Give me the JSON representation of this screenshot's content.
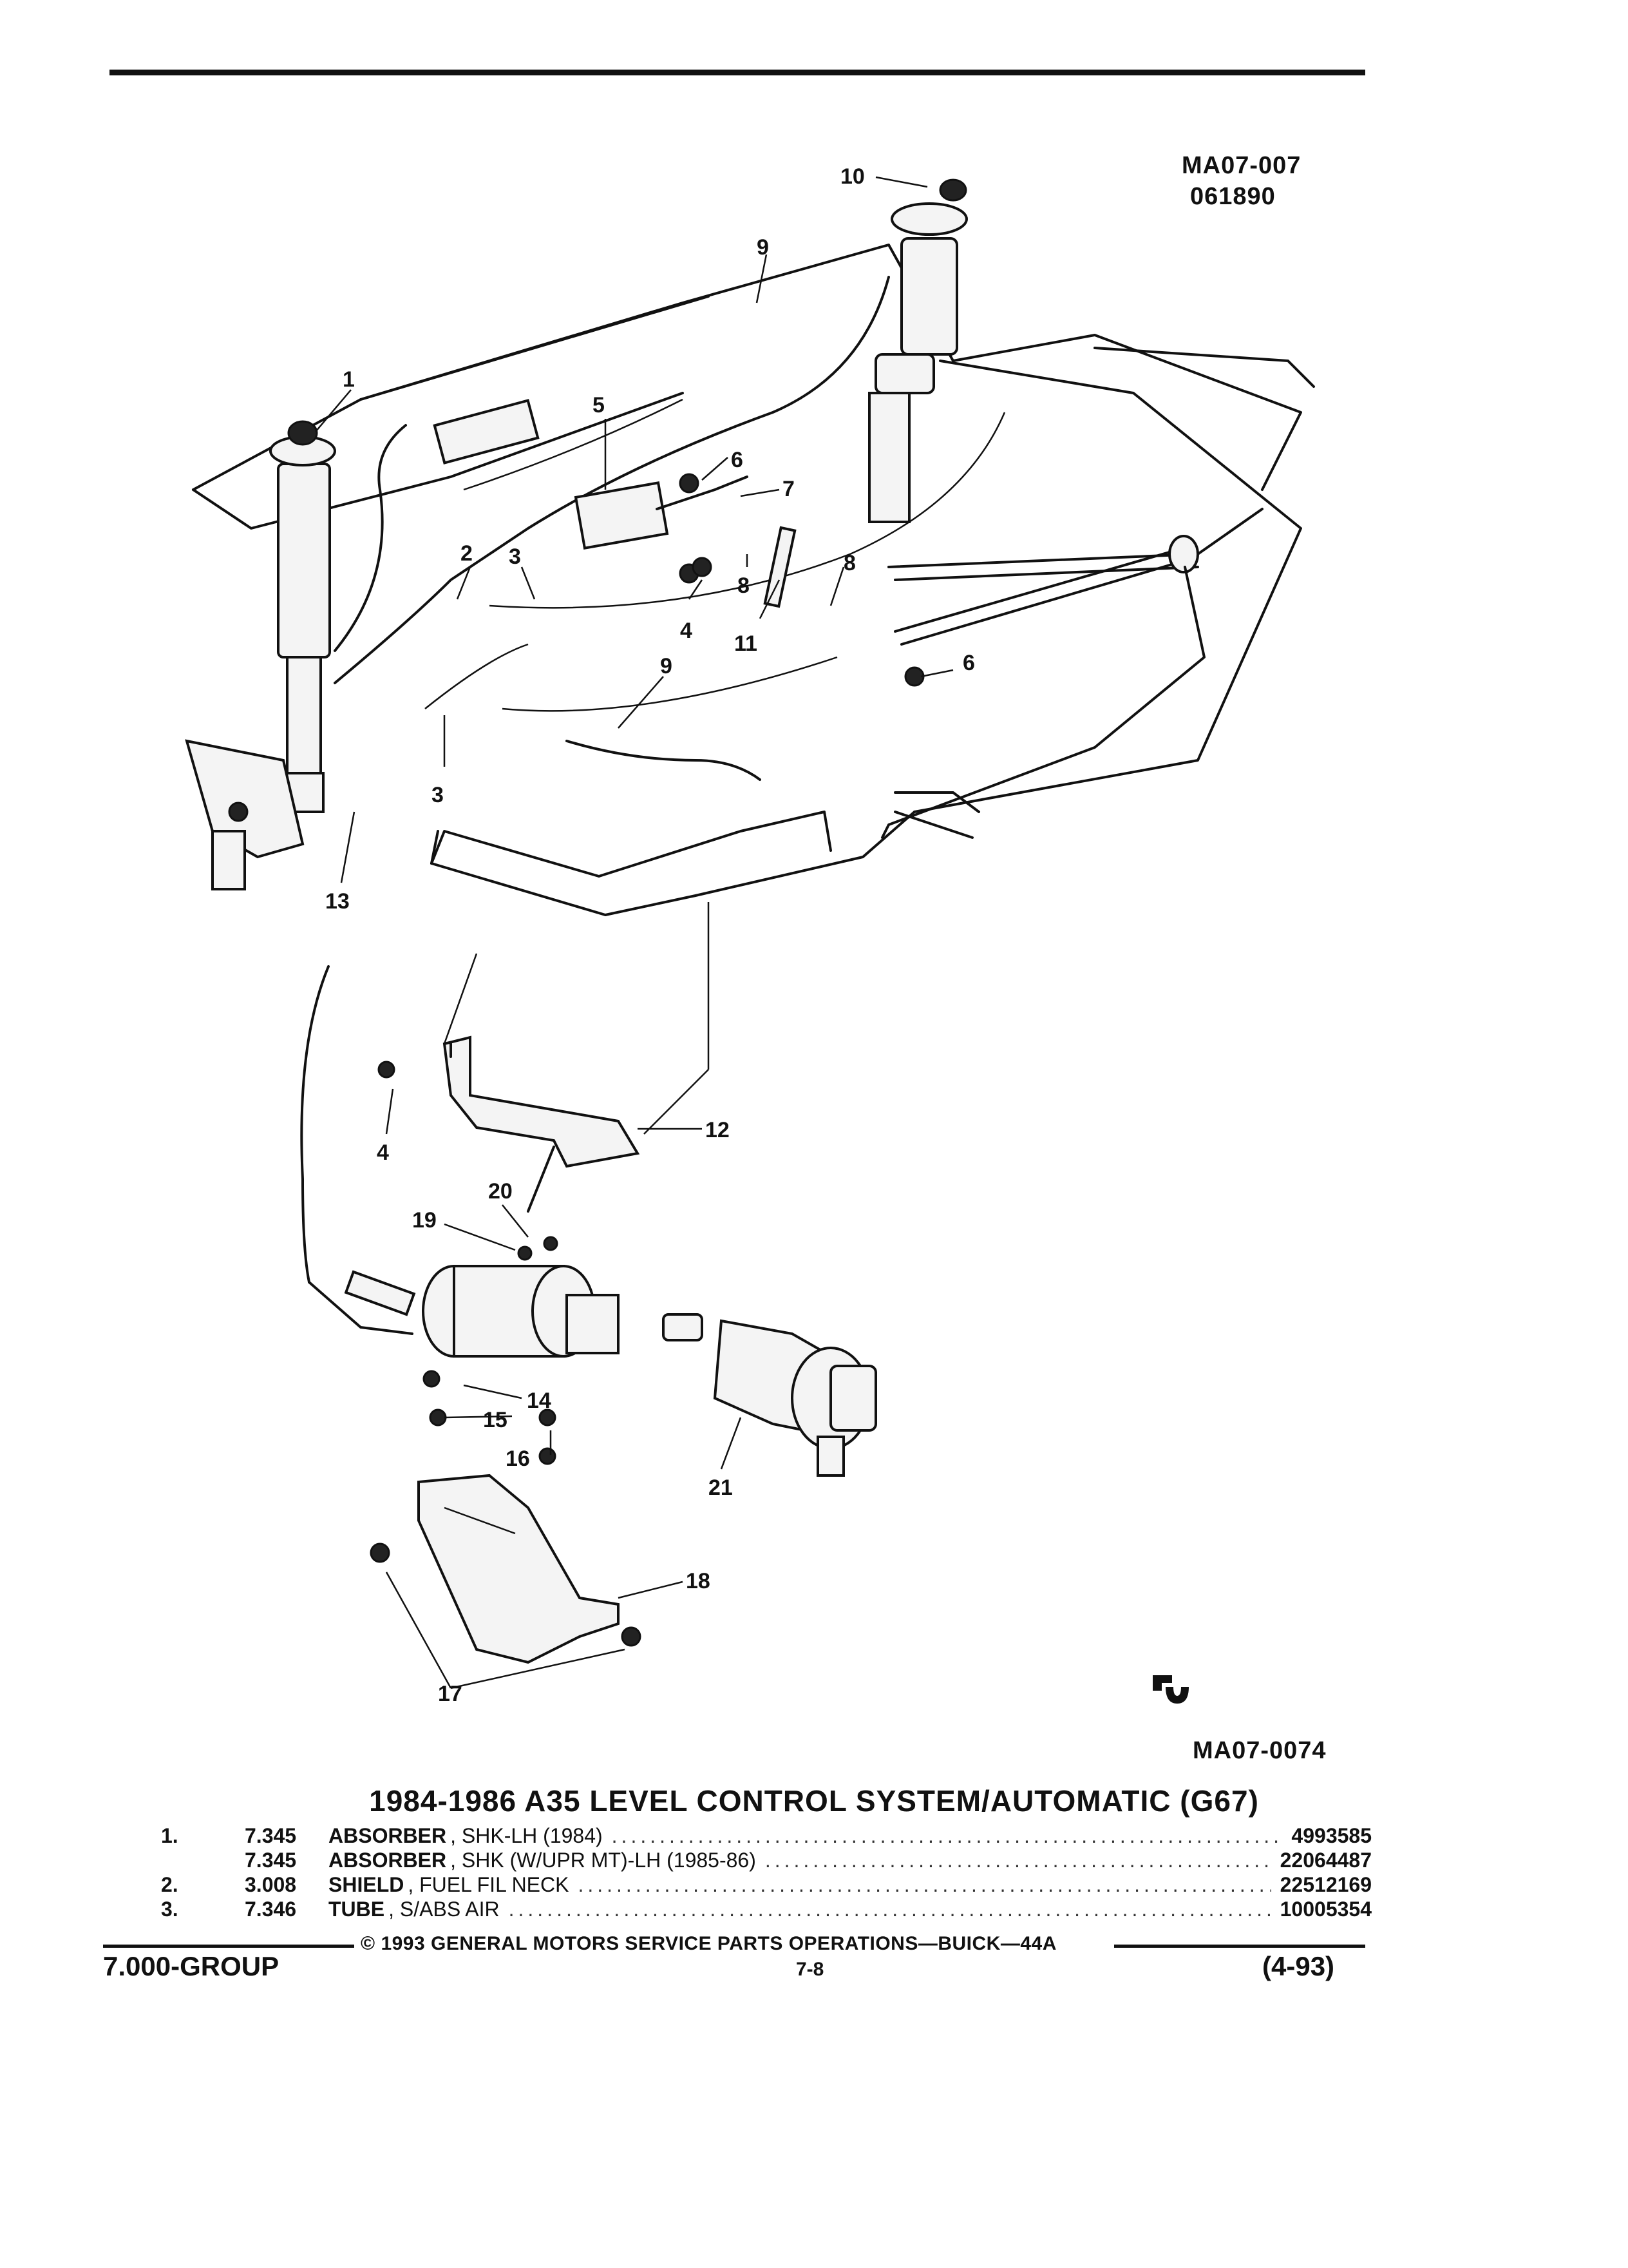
{
  "diagram": {
    "code_top_1": "MA07-007",
    "code_top_2": "061890",
    "code_bottom": "MA07-0074",
    "callouts": [
      "1",
      "2",
      "3",
      "3",
      "4",
      "4",
      "5",
      "6",
      "6",
      "7",
      "8",
      "8",
      "9",
      "9",
      "10",
      "11",
      "12",
      "13",
      "14",
      "15",
      "16",
      "17",
      "18",
      "19",
      "20",
      "21"
    ]
  },
  "title": "1984-1986 A35 LEVEL CONTROL SYSTEM/AUTOMATIC (G67)",
  "parts": [
    {
      "num": "1.",
      "ref": "7.345",
      "name": "ABSORBER",
      "desc": ", SHK-LH (1984)",
      "part_no": "4993585"
    },
    {
      "num": "",
      "ref": "7.345",
      "name": "ABSORBER",
      "desc": ", SHK (W/UPR MT)-LH (1985-86)",
      "part_no": "22064487"
    },
    {
      "num": "2.",
      "ref": "3.008",
      "name": "SHIELD",
      "desc": ", FUEL FIL NECK",
      "part_no": "22512169"
    },
    {
      "num": "3.",
      "ref": "7.346",
      "name": "TUBE",
      "desc": ", S/ABS AIR",
      "part_no": "10005354"
    }
  ],
  "footer": {
    "copyright": "© 1993 GENERAL MOTORS SERVICE PARTS OPERATIONS—BUICK—44A",
    "group": "7.000-GROUP",
    "page": "7-8",
    "date": "(4-93)"
  },
  "colors": {
    "ink": "#111111",
    "paper": "#ffffff"
  }
}
